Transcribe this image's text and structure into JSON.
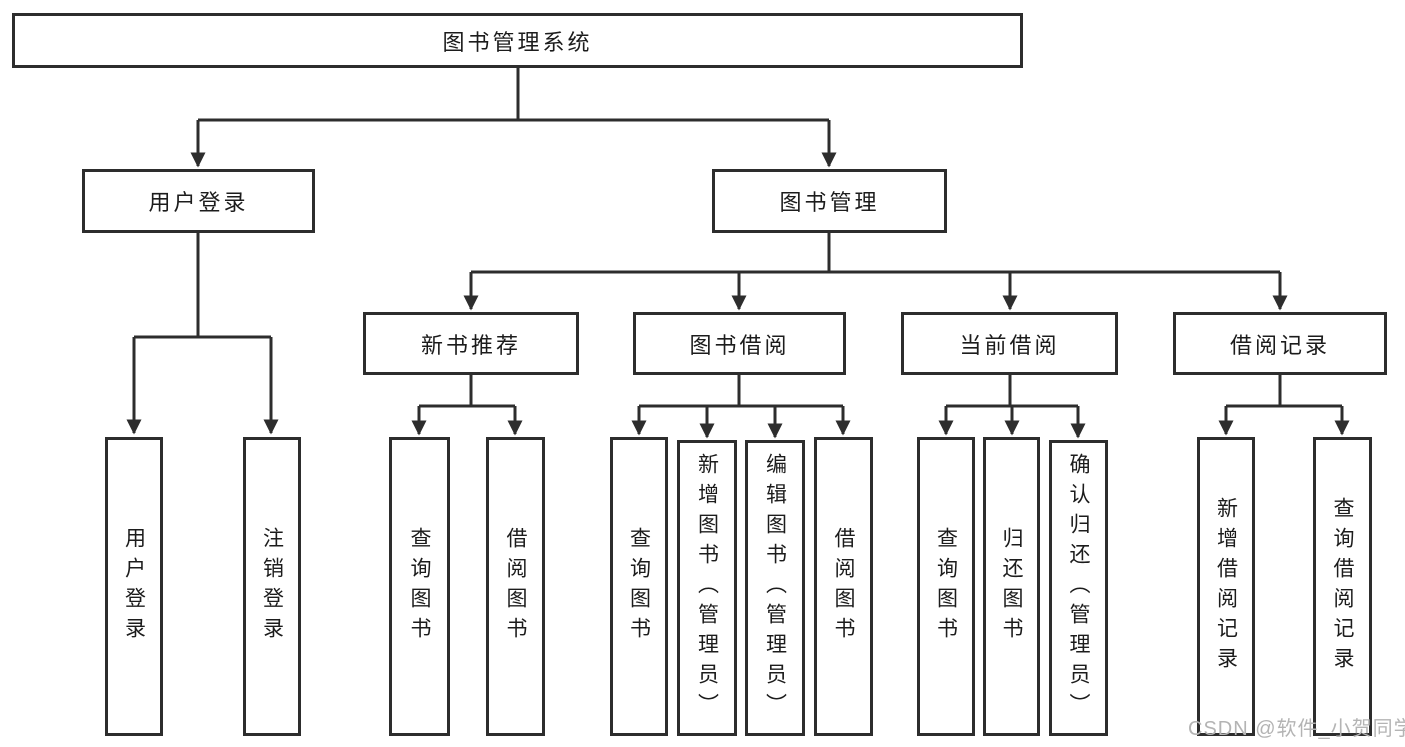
{
  "diagram": {
    "title": "图书管理系统",
    "branches": [
      {
        "label": "用户登录",
        "leaves": [
          "用户登录",
          "注销登录"
        ]
      },
      {
        "label": "图书管理",
        "groups": [
          {
            "label": "新书推荐",
            "leaves": [
              "查询图书",
              "借阅图书"
            ]
          },
          {
            "label": "图书借阅",
            "leaves": [
              "查询图书",
              "新增图书（管理员）",
              "编辑图书（管理员）",
              "借阅图书"
            ]
          },
          {
            "label": "当前借阅",
            "leaves": [
              "查询图书",
              "归还图书",
              "确认归还（管理员）"
            ]
          },
          {
            "label": "借阅记录",
            "leaves": [
              "新增借阅记录",
              "查询借阅记录"
            ]
          }
        ]
      }
    ]
  },
  "watermark": {
    "text": "CSDN @软件_小贺同学"
  },
  "colors": {
    "line": "#2d2d2d",
    "box_border": "#2d2d2d",
    "text": "#1c1c1c",
    "watermark": "#b4b4b4",
    "background": "#ffffff"
  }
}
